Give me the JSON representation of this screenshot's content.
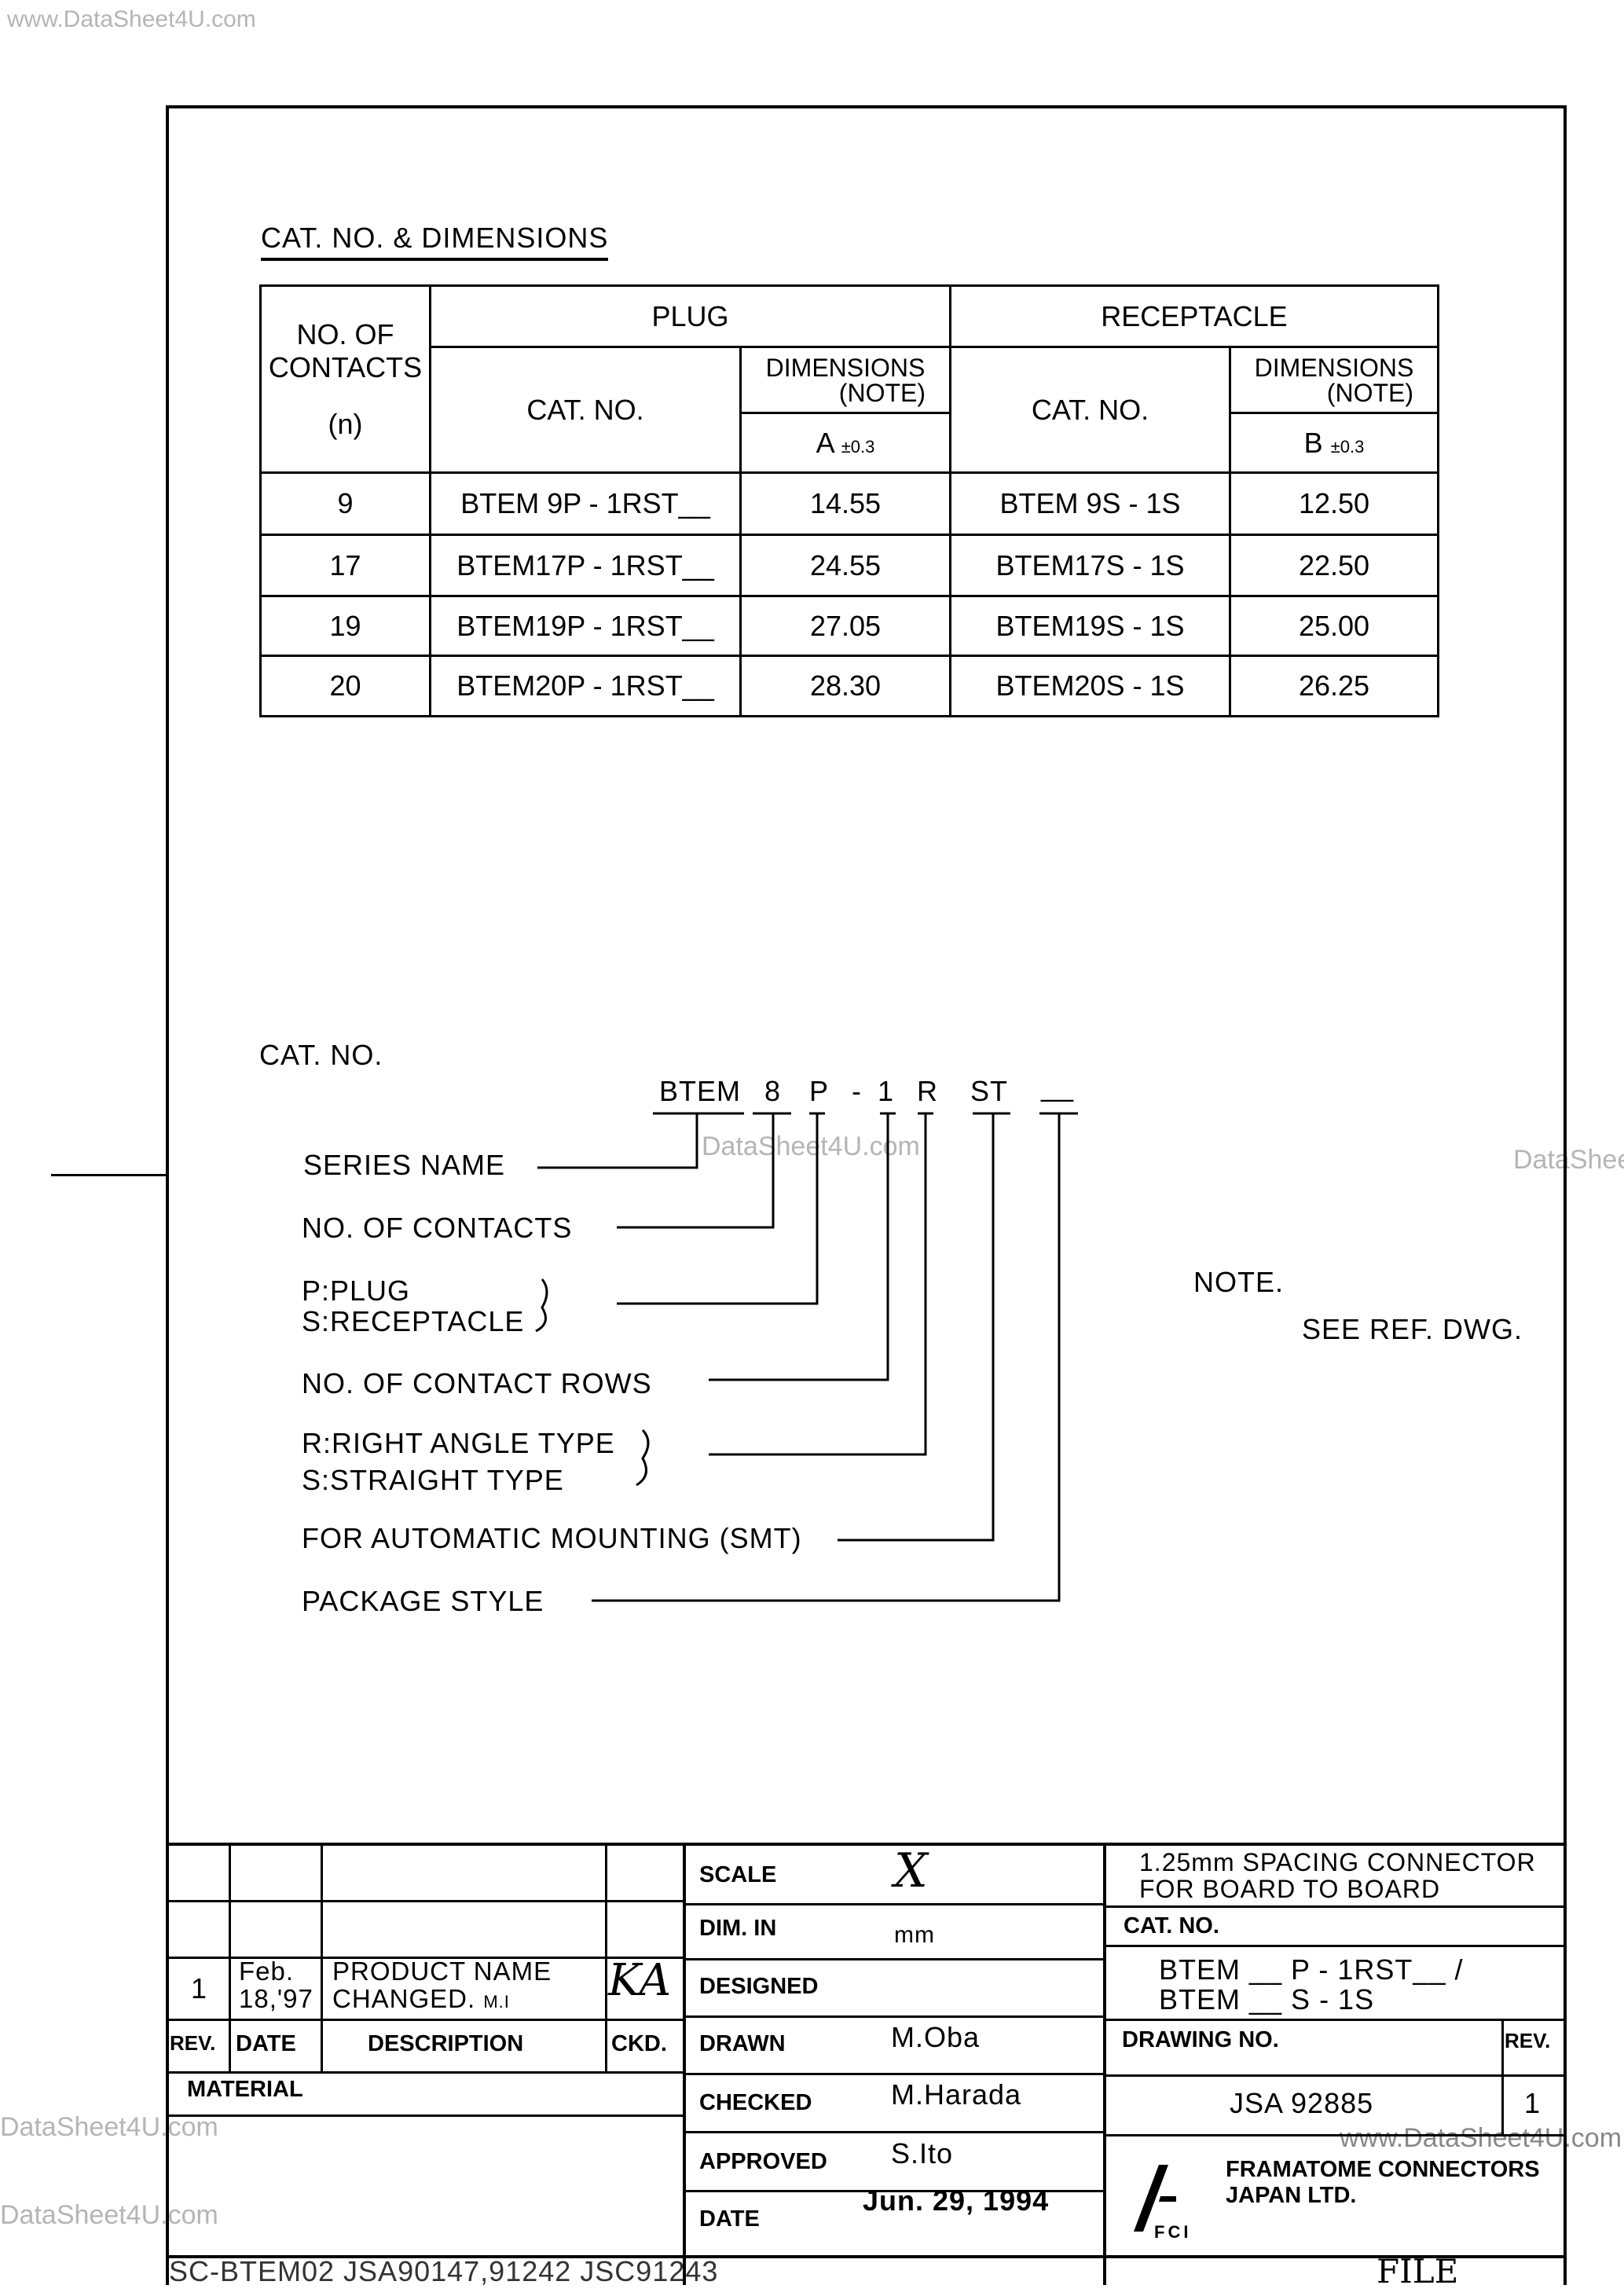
{
  "watermarks": [
    "www.DataSheet4U.com",
    "DataSheet4U.com",
    "DataShee",
    "DataSheet4U.com",
    "www.DataSheet4U.com",
    "DataSheet4U.com"
  ],
  "section_title": "CAT. NO. & DIMENSIONS",
  "table": {
    "header": {
      "contacts": "NO. OF CONTACTS",
      "contacts_n": "(n)",
      "plug": "PLUG",
      "receptacle": "RECEPTACLE",
      "cat_no": "CAT. NO.",
      "dimensions": "DIMENSIONS",
      "note": "(NOTE)",
      "a": "A",
      "b": "B",
      "tol": "±0.3"
    },
    "rows": [
      {
        "n": "9",
        "plug": "BTEM 9P - 1RST__",
        "a": "14.55",
        "rec": "BTEM 9S - 1S",
        "b": "12.50"
      },
      {
        "n": "17",
        "plug": "BTEM17P - 1RST__",
        "a": "24.55",
        "rec": "BTEM17S - 1S",
        "b": "22.50"
      },
      {
        "n": "19",
        "plug": "BTEM19P - 1RST__",
        "a": "27.05",
        "rec": "BTEM19S - 1S",
        "b": "25.00"
      },
      {
        "n": "20",
        "plug": "BTEM20P - 1RST__",
        "a": "28.30",
        "rec": "BTEM20S - 1S",
        "b": "26.25"
      }
    ]
  },
  "catno": {
    "title": "CAT. NO.",
    "code": [
      "BTEM",
      "8",
      "P",
      "-",
      "1",
      "R",
      "ST",
      "__"
    ],
    "labels": {
      "series": "SERIES NAME",
      "contacts": "NO. OF CONTACTS",
      "plug": "P:PLUG",
      "receptacle": "S:RECEPTACLE",
      "rows": "NO. OF CONTACT ROWS",
      "right_angle": "R:RIGHT ANGLE TYPE",
      "straight": "S:STRAIGHT TYPE",
      "smt": "FOR AUTOMATIC MOUNTING (SMT)",
      "package": "PACKAGE STYLE"
    }
  },
  "note": {
    "title": "NOTE.",
    "text": "SEE REF. DWG."
  },
  "title_block": {
    "revision": {
      "rev": "1",
      "date_1": "Feb.",
      "date_2": "18,'97",
      "desc_1": "PRODUCT NAME",
      "desc_2": "CHANGED.",
      "desc_by": "M.I",
      "ckd": "KA"
    },
    "headers": {
      "rev": "REV.",
      "date": "DATE",
      "description": "DESCRIPTION",
      "ckd": "CKD."
    },
    "material": "MATERIAL",
    "scale_label": "SCALE",
    "scale_value": "X",
    "dim_label": "DIM. IN",
    "dim_value": "mm",
    "designed_label": "DESIGNED",
    "drawn_label": "DRAWN",
    "drawn_value": "M.Oba",
    "checked_label": "CHECKED",
    "checked_value": "M.Harada",
    "approved_label": "APPROVED",
    "approved_value": "S.Ito",
    "date_label": "DATE",
    "date_value": "Jun. 29, 1994",
    "title_1": "1.25mm SPACING CONNECTOR",
    "title_2": "FOR BOARD TO BOARD",
    "catno_label": "CAT. NO.",
    "catno_1": "BTEM __ P - 1RST__ /",
    "catno_2": "BTEM __ S - 1S",
    "drawing_no_label": "DRAWING NO.",
    "rev_label": "REV.",
    "drawing_no": "JSA 92885",
    "rev_value": "1",
    "company_1": "FRAMATOME CONNECTORS",
    "company_2": "JAPAN LTD.",
    "logo_text": "FCI"
  },
  "footer": {
    "refs": "SC-BTEM02   JSA90147,91242   JSC91243",
    "file": "FILE"
  }
}
